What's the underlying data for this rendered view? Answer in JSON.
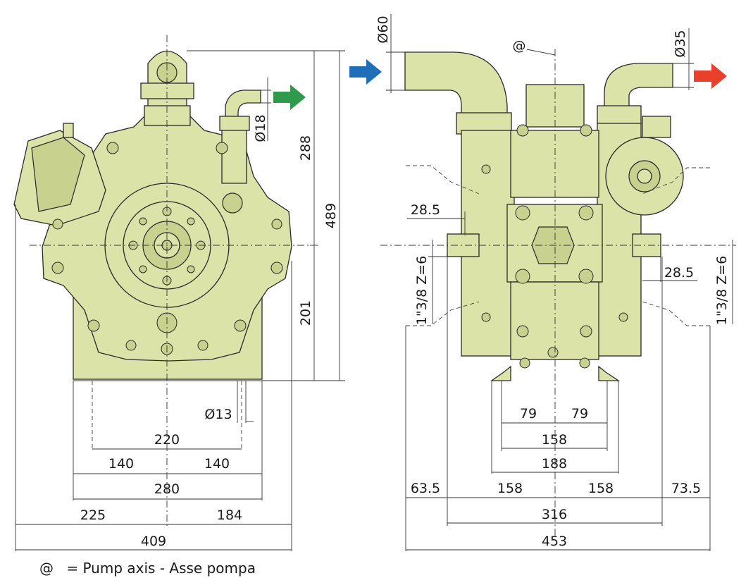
{
  "legend": {
    "symbol": "@",
    "text": "=  Pump axis - Asse pompa"
  },
  "front_view": {
    "dimensions": {
      "height_total": "489",
      "height_upper": "288",
      "height_lower": "201",
      "outlet_diameter": "Ø18",
      "foot_hole": "Ø13",
      "hole_spacing": "220",
      "half_left": "140",
      "half_right": "140",
      "base_width": "280",
      "left_extent": "225",
      "right_extent": "184",
      "total_width": "409"
    }
  },
  "side_view": {
    "dimensions": {
      "inlet_diameter": "Ø60",
      "outlet_diameter": "Ø35",
      "axis_marker": "@",
      "port_offset_left": "28.5",
      "port_offset_right": "28.5",
      "thread_left": "1\"3/8 Z=6",
      "thread_right": "1\"3/8 Z=6",
      "foot_left": "79",
      "foot_right": "79",
      "foot_holes": "158",
      "foot_width": "188",
      "overhang_left": "63.5",
      "center_left": "158",
      "center_right": "158",
      "overhang_right": "73.5",
      "shaft_span": "316",
      "total_width": "453"
    }
  },
  "colors": {
    "pump_body": "#dce3a9",
    "inlet_arrow": "#1f6fb8",
    "outlet_arrow_front": "#2e9a4a",
    "outlet_arrow_side": "#e8402a"
  }
}
